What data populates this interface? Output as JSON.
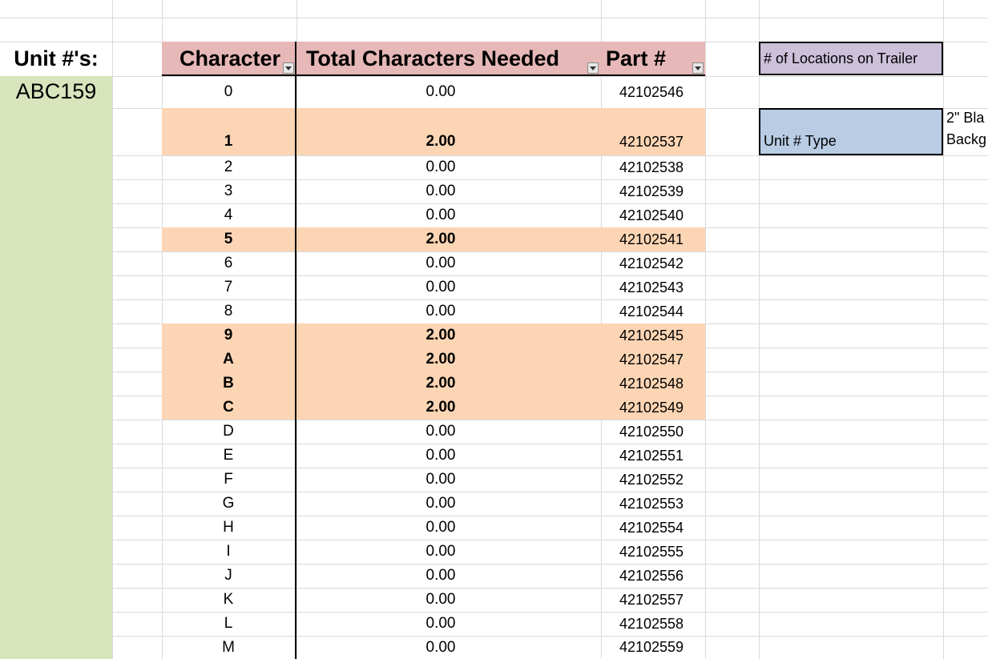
{
  "sheet": {
    "unit_label": "Unit #'s:",
    "unit_value": "ABC159",
    "headers": {
      "character": "Character",
      "total": "Total Characters Needed",
      "part": "Part #"
    },
    "side_labels": {
      "locations": "# of Locations on Trailer",
      "unit_type": "Unit # Type",
      "partial_line1": "2\" Bla",
      "partial_line2": "Backg"
    },
    "rows": [
      {
        "character": "0",
        "total": "0.00",
        "part": "42102546",
        "highlight": false
      },
      {
        "character": "1",
        "total": "2.00",
        "part": "42102537",
        "highlight": true
      },
      {
        "character": "2",
        "total": "0.00",
        "part": "42102538",
        "highlight": false
      },
      {
        "character": "3",
        "total": "0.00",
        "part": "42102539",
        "highlight": false
      },
      {
        "character": "4",
        "total": "0.00",
        "part": "42102540",
        "highlight": false
      },
      {
        "character": "5",
        "total": "2.00",
        "part": "42102541",
        "highlight": true
      },
      {
        "character": "6",
        "total": "0.00",
        "part": "42102542",
        "highlight": false
      },
      {
        "character": "7",
        "total": "0.00",
        "part": "42102543",
        "highlight": false
      },
      {
        "character": "8",
        "total": "0.00",
        "part": "42102544",
        "highlight": false
      },
      {
        "character": "9",
        "total": "2.00",
        "part": "42102545",
        "highlight": true
      },
      {
        "character": "A",
        "total": "2.00",
        "part": "42102547",
        "highlight": true
      },
      {
        "character": "B",
        "total": "2.00",
        "part": "42102548",
        "highlight": true
      },
      {
        "character": "C",
        "total": "2.00",
        "part": "42102549",
        "highlight": true
      },
      {
        "character": "D",
        "total": "0.00",
        "part": "42102550",
        "highlight": false
      },
      {
        "character": "E",
        "total": "0.00",
        "part": "42102551",
        "highlight": false
      },
      {
        "character": "F",
        "total": "0.00",
        "part": "42102552",
        "highlight": false
      },
      {
        "character": "G",
        "total": "0.00",
        "part": "42102553",
        "highlight": false
      },
      {
        "character": "H",
        "total": "0.00",
        "part": "42102554",
        "highlight": false
      },
      {
        "character": "I",
        "total": "0.00",
        "part": "42102555",
        "highlight": false
      },
      {
        "character": "J",
        "total": "0.00",
        "part": "42102556",
        "highlight": false
      },
      {
        "character": "K",
        "total": "0.00",
        "part": "42102557",
        "highlight": false
      },
      {
        "character": "L",
        "total": "0.00",
        "part": "42102558",
        "highlight": false
      },
      {
        "character": "M",
        "total": "0.00",
        "part": "42102559",
        "highlight": false
      }
    ]
  },
  "colors": {
    "header_fill": "#e6b8b7",
    "highlight_fill": "#fcd5b4",
    "unit_fill": "#d8e4bc",
    "locations_fill": "#ccc0da",
    "unit_type_fill": "#b8cce4",
    "gridline": "#dadada"
  },
  "icons": {
    "filter_dropdown": "dropdown-arrow-icon"
  }
}
